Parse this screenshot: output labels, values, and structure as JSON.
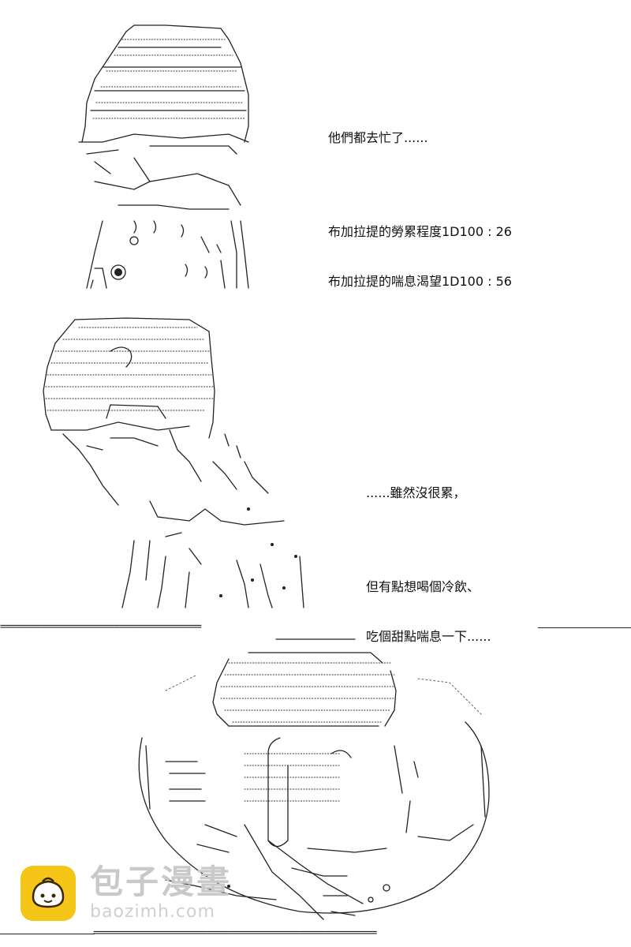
{
  "panels": [
    {
      "dialogue": [
        "他們都去忙了......",
        "布加拉提的勞累程度1D100 : 26",
        "布加拉提的喘息渴望1D100 : 56"
      ]
    },
    {
      "dialogue": [
        "......雖然沒很累，",
        "但有點想喝個冷飲、",
        "吃個甜點喘息一下......"
      ]
    }
  ],
  "dividers": {
    "top": "=======================================",
    "bottom": "======================================================="
  },
  "watermark": {
    "title": "包子漫畫",
    "domain": "baozimh.com",
    "logo_icon": "bun-face-icon",
    "logo_color": "#f5c518"
  }
}
